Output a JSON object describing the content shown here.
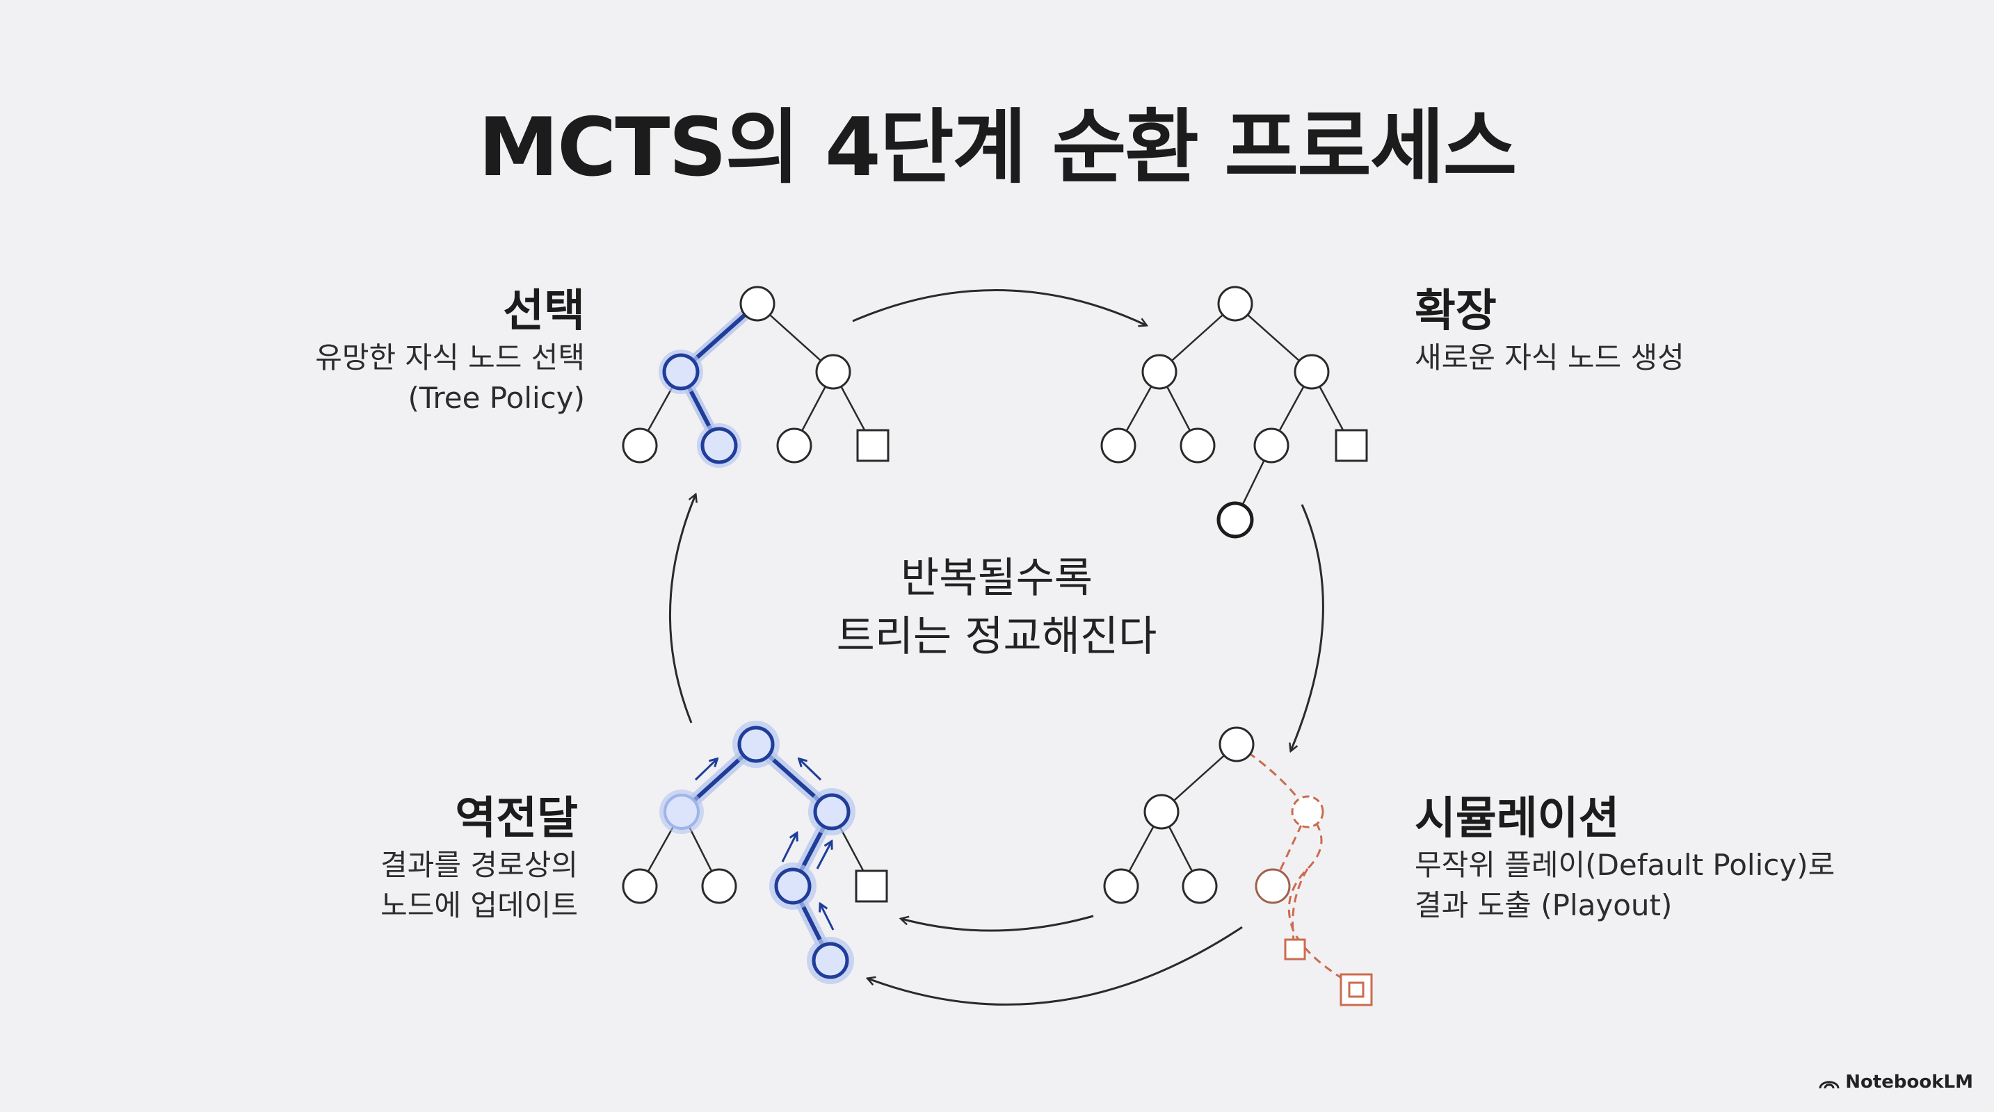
{
  "title": "MCTS의 4단계 순환 프로세스",
  "center_text": {
    "line1": "반복될수록",
    "line2": "트리는 정교해진다"
  },
  "stages": {
    "selection": {
      "title": "선택",
      "line1": "유망한 자식 노드 선택",
      "line2": "(Tree Policy)"
    },
    "expansion": {
      "title": "확장",
      "line1": "새로운 자식 노드 생성"
    },
    "simulation": {
      "title": "시뮬레이션",
      "line1": "무작위 플레이(Default Policy)로",
      "line2": "결과 도출 (Playout)"
    },
    "backprop": {
      "title": "역전달",
      "line1": "결과를 경로상의",
      "line2": "노드에 업데이트"
    }
  },
  "branding": {
    "name": "NotebookLM",
    "icon": "notebooklm-logo-icon"
  },
  "colors": {
    "background": "#f1f1f3",
    "node_stroke": "#2a2a2a",
    "highlight_blue": "#1f3d99",
    "highlight_glow": "#9fb4ea",
    "simulation_orange": "#cc6b4e"
  }
}
